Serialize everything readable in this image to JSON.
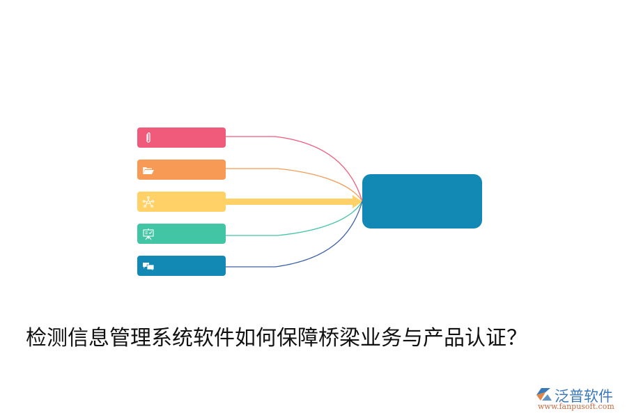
{
  "diagram": {
    "nodes": [
      {
        "id": "node-1",
        "icon": "paperclip-icon",
        "color": "#f05b7c",
        "label": ""
      },
      {
        "id": "node-2",
        "icon": "folder-open-icon",
        "color": "#f79a55",
        "label": ""
      },
      {
        "id": "node-3",
        "icon": "network-icon",
        "color": "#ffd166",
        "label": ""
      },
      {
        "id": "node-4",
        "icon": "presentation-board-icon",
        "color": "#42c5a5",
        "label": ""
      },
      {
        "id": "node-5",
        "icon": "chat-bubbles-icon",
        "color": "#1289b4",
        "label": ""
      }
    ],
    "center": {
      "color": "#1289b4",
      "label": ""
    },
    "connectors": [
      {
        "from": "node-1",
        "color": "#f05b7c",
        "style": "curve"
      },
      {
        "from": "node-2",
        "color": "#f79a55",
        "style": "curve"
      },
      {
        "from": "node-3",
        "color": "#ffd166",
        "style": "thick-arrow"
      },
      {
        "from": "node-4",
        "color": "#42c5a5",
        "style": "curve"
      },
      {
        "from": "node-5",
        "color": "#3a5fa8",
        "style": "curve"
      }
    ]
  },
  "title": "检测信息管理系统软件如何保障桥梁业务与产品认证？",
  "logo": {
    "brand": "泛普软件",
    "url": "www.fanpusoft.com"
  }
}
